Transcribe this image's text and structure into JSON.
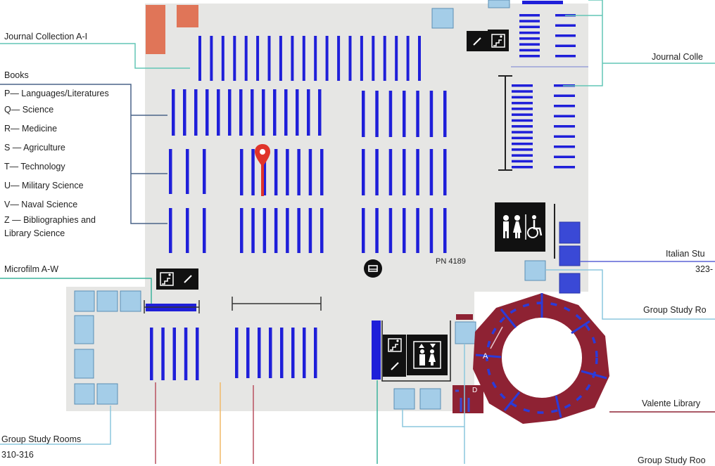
{
  "labels": {
    "journal_a_i": "Journal Collection A-I",
    "books": "Books",
    "p": "P— Languages/Literatures",
    "q": "Q— Science",
    "r": "R— Medicine",
    "s": "S — Agriculture",
    "t": "T— Technology",
    "u": "U— Military Science",
    "v": "V— Naval Science",
    "z1": "Z — Bibliographies and",
    "z2": "Library Science",
    "microfilm": "Microfilm A-W",
    "group_left_1": "Group Study Rooms",
    "group_left_2": "310-316",
    "journal_right": "Journal Colle",
    "italian_1": "Italian Stu",
    "italian_2": "323-",
    "group_right": "Group Study Ro",
    "valente": "Valente Library",
    "group_bottom": "Group Study Roo",
    "pn": "PN 4189",
    "room_a": "A",
    "room_d": "D"
  },
  "icons": {
    "restroom": "restroom-icon",
    "accessible": "wheelchair-icon",
    "elevator": "elevator-icon",
    "stairs": "stairs-icon",
    "location": "location-pin-icon",
    "printer": "printer-icon"
  },
  "colors": {
    "floor": "#e6e6e4",
    "shelf": "#1f1fd9",
    "room": "#a4cde8",
    "room_dark_blue": "#3a49d6",
    "valente": "#8e2233",
    "orange": "#e07558",
    "pin": "#e0342a"
  }
}
